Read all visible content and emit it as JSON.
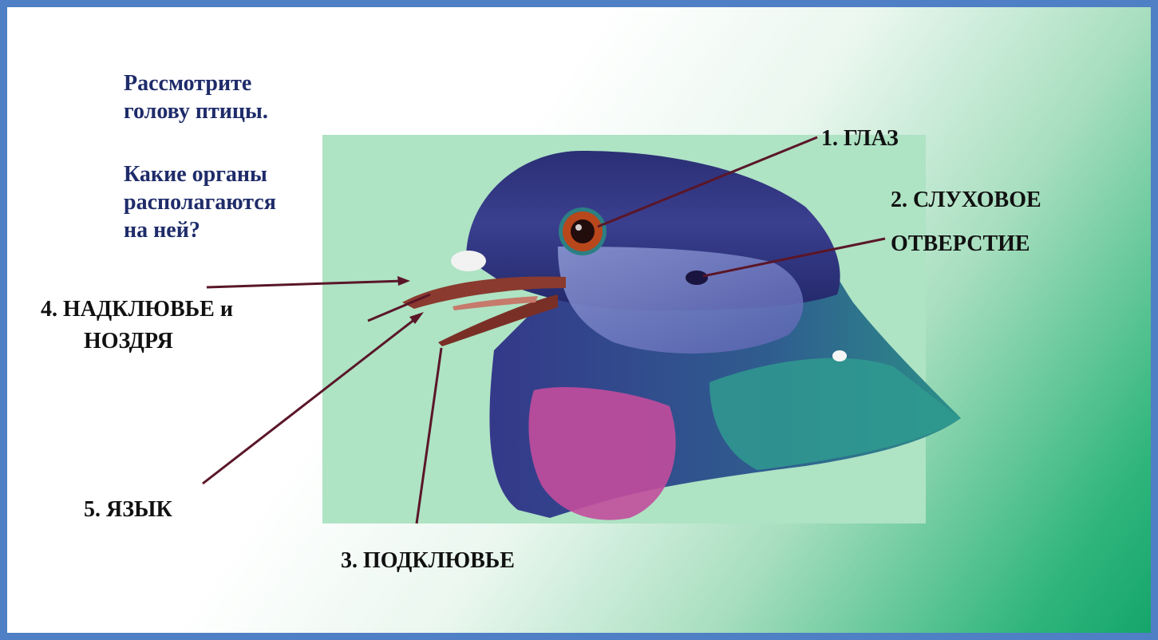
{
  "question": {
    "line1": "Рассмотрите",
    "line2": "голову птицы.",
    "line3": "Какие органы",
    "line4": "располагаются",
    "line5": "на ней?"
  },
  "labels": {
    "eye": "1. ГЛАЗ",
    "ear_line1": "2. СЛУХОВОЕ",
    "ear_line2": "ОТВЕРСТИЕ",
    "lower_beak": "3.  ПОДКЛЮВЬЕ",
    "upper_beak_line1": "4. НАДКЛЮВЬЕ и",
    "upper_beak_line2": "НОЗДРЯ",
    "tongue": "5. ЯЗЫК"
  },
  "colors": {
    "frame": "#4f7fc4",
    "question_text": "#1f2c6a",
    "label_text": "#111111",
    "pointer": "#5a1628",
    "panel": "#aee3c4"
  }
}
